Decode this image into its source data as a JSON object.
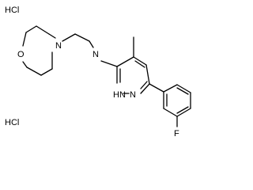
{
  "molecule": {
    "salts": {
      "top": "HCl",
      "bottom": "HCl"
    },
    "atoms": {
      "morpholine_o": "O",
      "morpholine_n": "N",
      "amine_n": "N",
      "ring_nh": "HN",
      "ring_n": "N",
      "fluorine": "F"
    }
  }
}
